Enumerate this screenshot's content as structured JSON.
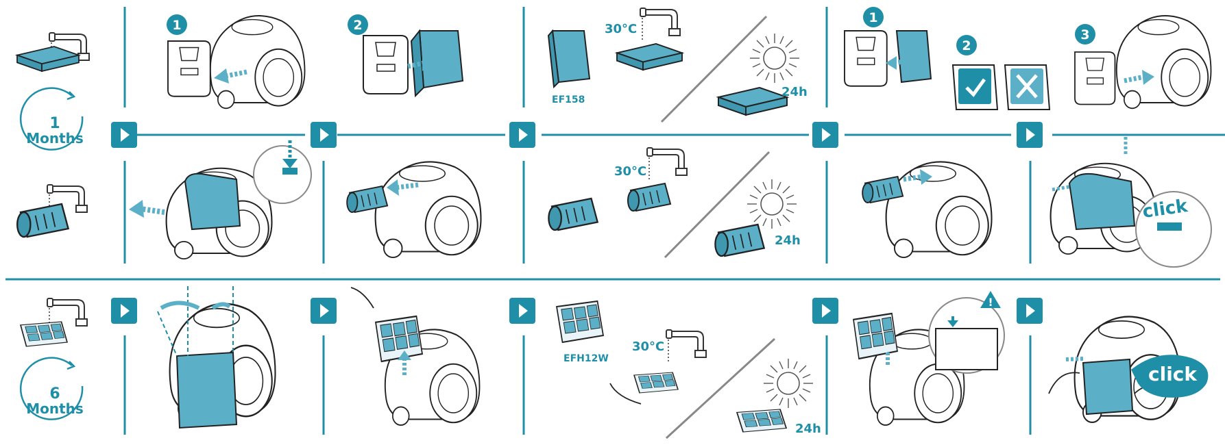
{
  "colors": {
    "accent": "#1f8fa8",
    "fill": "#5bafc6",
    "line": "#222222",
    "muted": "#888888"
  },
  "schedule": {
    "row1_number": "1",
    "row1_unit": "Months",
    "row2_number": "6",
    "row2_unit": "Months"
  },
  "steps": {
    "badge_1": "1",
    "badge_2": "2",
    "badge_3": "3"
  },
  "wash": {
    "temp_a": "30°C",
    "temp_b": "30°C",
    "temp_c": "30°C",
    "dry_a": "24h",
    "dry_b": "24h",
    "dry_c": "24h"
  },
  "parts": {
    "foam_filter_code": "EF158",
    "hepa_filter_code": "EFH12W"
  },
  "actions": {
    "click_a": "click",
    "click_b": "click"
  },
  "warning_symbol": "!",
  "icons": [
    "tap-icon",
    "sun-icon",
    "arrow-right-icon",
    "check-icon",
    "cross-icon",
    "warning-icon",
    "vacuum-icon",
    "filter-icon"
  ]
}
